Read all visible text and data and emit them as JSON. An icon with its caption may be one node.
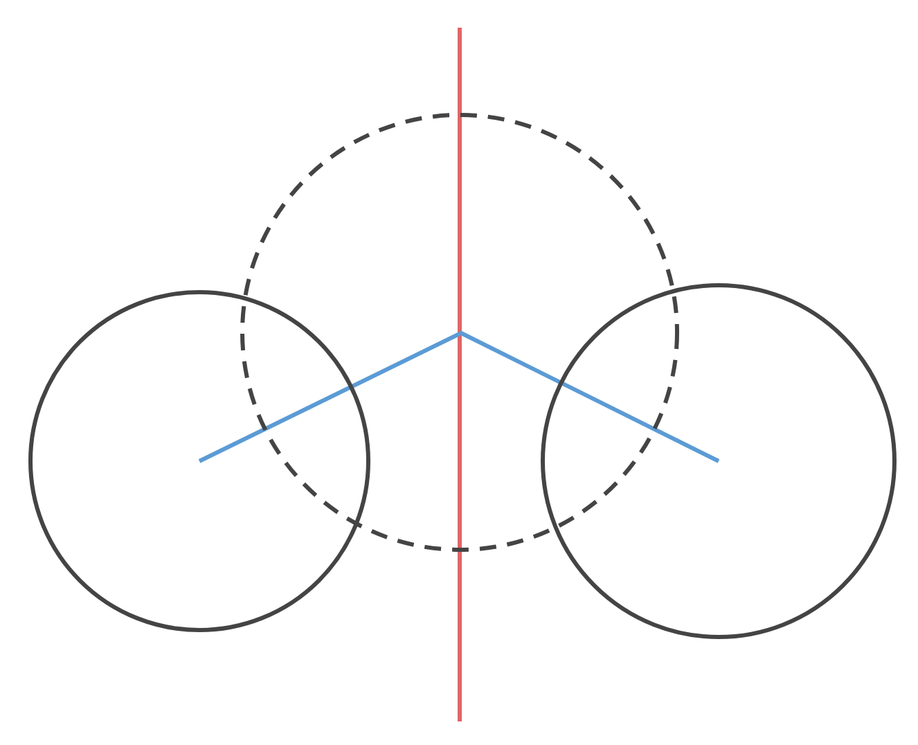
{
  "diagram": {
    "nodes": [
      {
        "text": [],
        "shape": "circle"
      },
      {
        "text": [],
        "shape": "circle"
      },
      {
        "text": [],
        "shape": "circle"
      }
    ],
    "edges": [
      {
        "from": 0,
        "to": 1,
        "arrow": "none"
      },
      {
        "from": 1,
        "to": 2,
        "arrow": "none"
      }
    ]
  }
}
